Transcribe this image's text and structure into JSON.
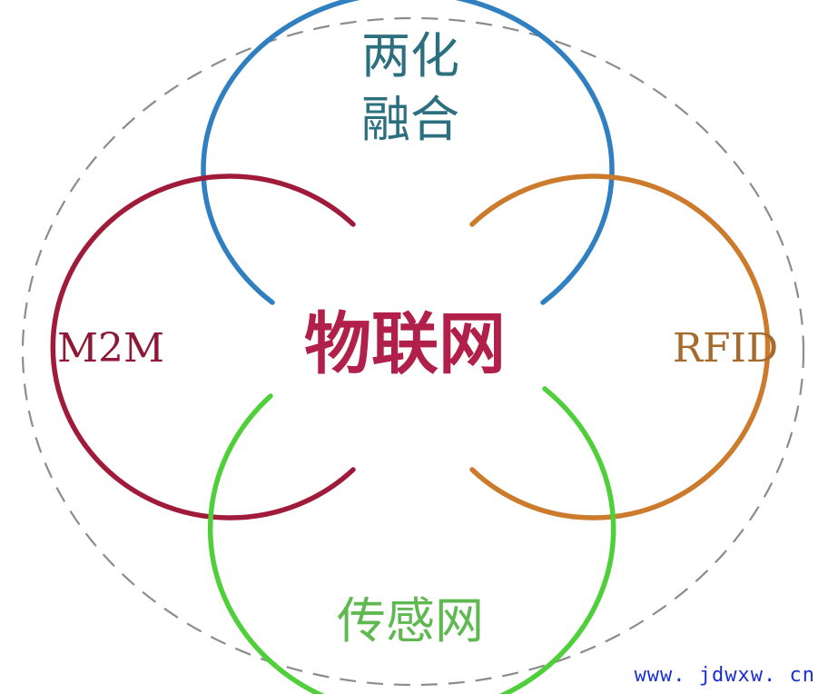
{
  "center": {
    "label": "物联网",
    "color": "#b0204a"
  },
  "petals": {
    "top": {
      "line1": "两化",
      "line2": "融合",
      "stroke": "#2f7fc1",
      "text_color": "#2c6f7e"
    },
    "left": {
      "label": "M2M",
      "stroke": "#a01b3a",
      "text_color": "#8e1838"
    },
    "right": {
      "label": "RFID",
      "stroke": "#cc7a2b",
      "text_color": "#a56a2c"
    },
    "bottom": {
      "label": "传感网",
      "stroke": "#4fcf3a",
      "text_color": "#5fb850"
    }
  },
  "outline_color": "#8c8c8c",
  "watermark": {
    "text": "www. jdwxw. cn",
    "color": "#1a2fd0"
  }
}
